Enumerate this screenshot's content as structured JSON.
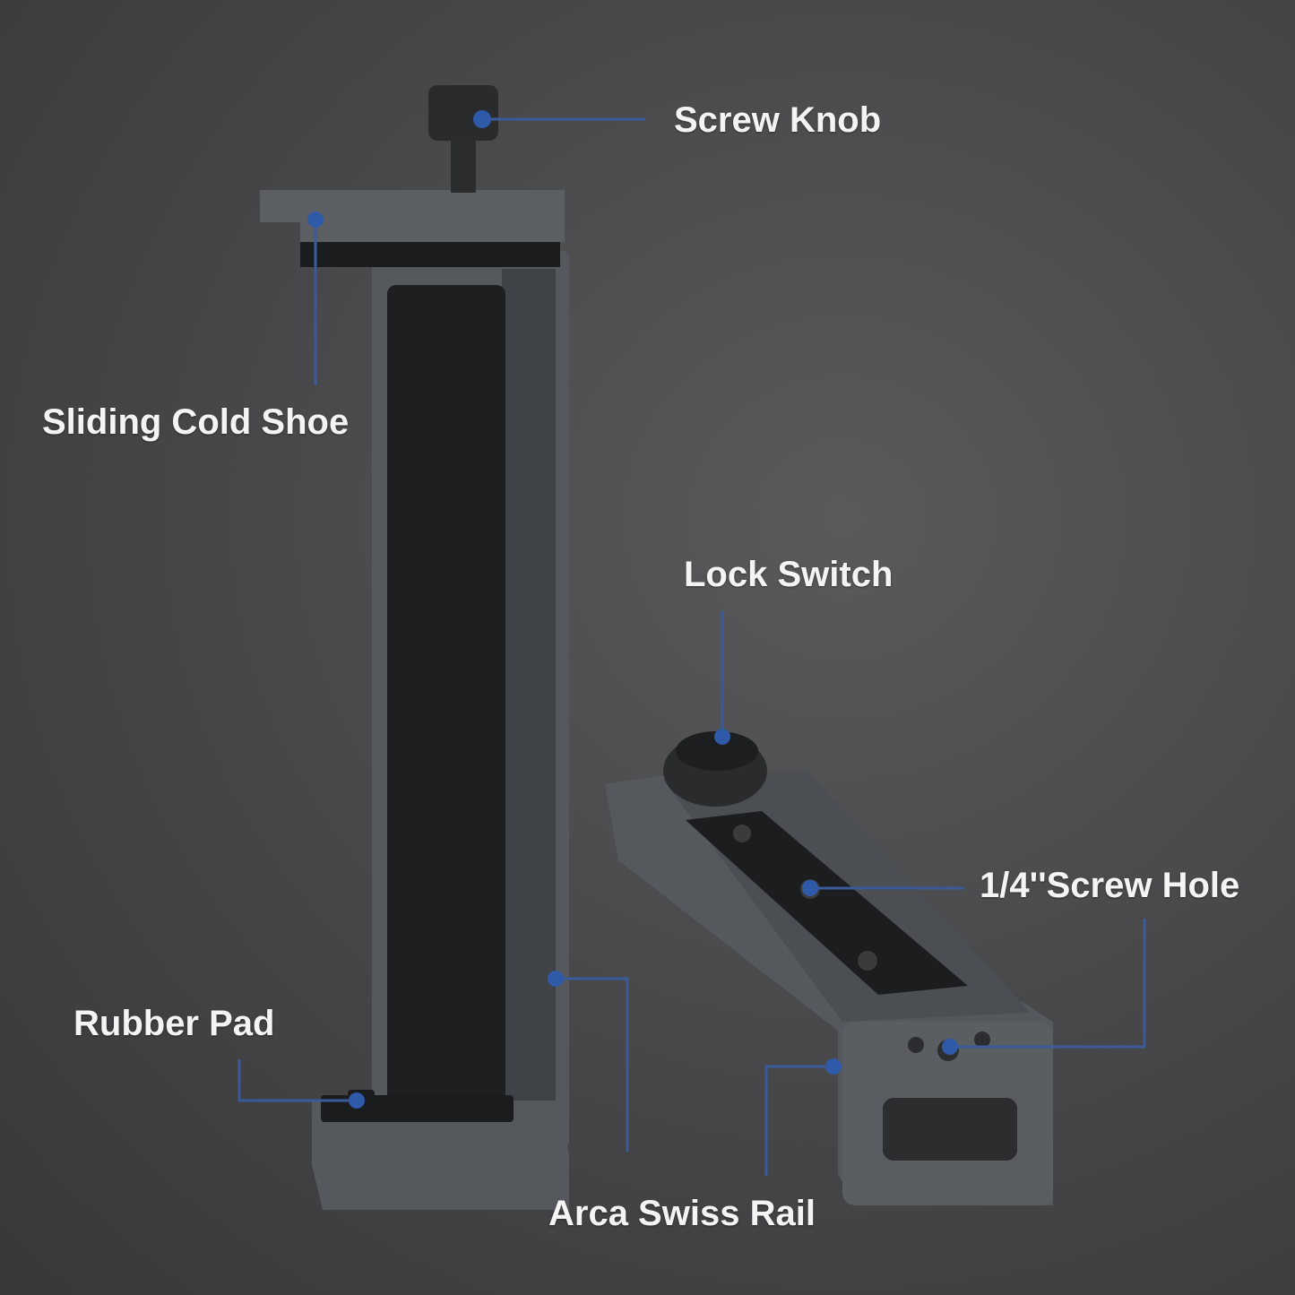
{
  "labels": {
    "screw_knob": "Screw Knob",
    "sliding_cold_shoe": "Sliding Cold Shoe",
    "lock_switch": "Lock Switch",
    "screw_hole": "1/4''Screw Hole",
    "rubber_pad": "Rubber Pad",
    "arca_swiss_rail": "Arca Swiss Rail"
  },
  "colors": {
    "callout_line": "#3a5a9a",
    "callout_dot": "#2f5aa8",
    "label_text": "#f4f4f4"
  }
}
